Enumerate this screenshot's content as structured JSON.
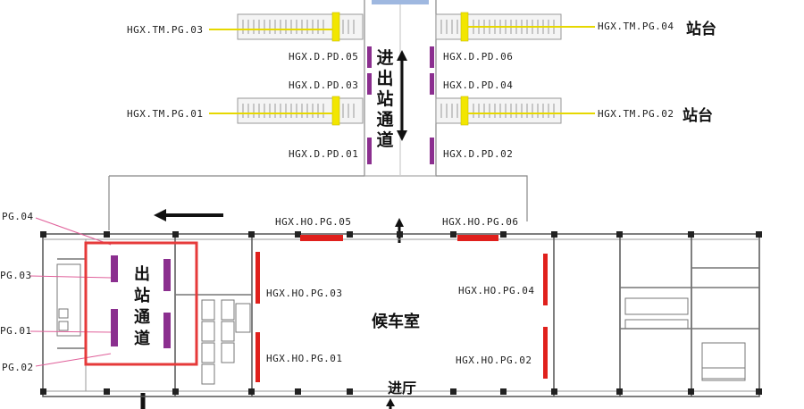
{
  "labels": {
    "tm_pg_03": "HGX.TM.PG.03",
    "tm_pg_04": "HGX.TM.PG.04",
    "tm_pg_01": "HGX.TM.PG.01",
    "tm_pg_02": "HGX.TM.PG.02",
    "d_pd_05": "HGX.D.PD.05",
    "d_pd_06": "HGX.D.PD.06",
    "d_pd_03": "HGX.D.PD.03",
    "d_pd_04": "HGX.D.PD.04",
    "d_pd_01": "HGX.D.PD.01",
    "d_pd_02": "HGX.D.PD.02",
    "ho_pg_05": "HGX.HO.PG.05",
    "ho_pg_06": "HGX.HO.PG.06",
    "ho_pg_03": "HGX.HO.PG.03",
    "ho_pg_04": "HGX.HO.PG.04",
    "ho_pg_01": "HGX.HO.PG.01",
    "ho_pg_02": "HGX.HO.PG.02",
    "cut_pg_04": "PG.04",
    "cut_pg_03": "PG.03",
    "cut_pg_01": "PG.01",
    "cut_pg_02": "PG.02"
  },
  "areas": {
    "platform_top": "站台",
    "platform_mid": "站台",
    "entry_passage": "进出站通道",
    "exit_passage": "出站通道",
    "waiting_room": "候车室",
    "entry_hall": "进厅"
  },
  "colors": {
    "wall": "#555555",
    "door_red": "#e0201c",
    "gate_purple": "#8b2f8f",
    "gate_yellow": "#f2e600",
    "leader_yellow": "#e6d800",
    "highlight_box": "#e63a3a",
    "leader_pink": "#e0609a",
    "canopy_blue": "#9fb8e0"
  }
}
